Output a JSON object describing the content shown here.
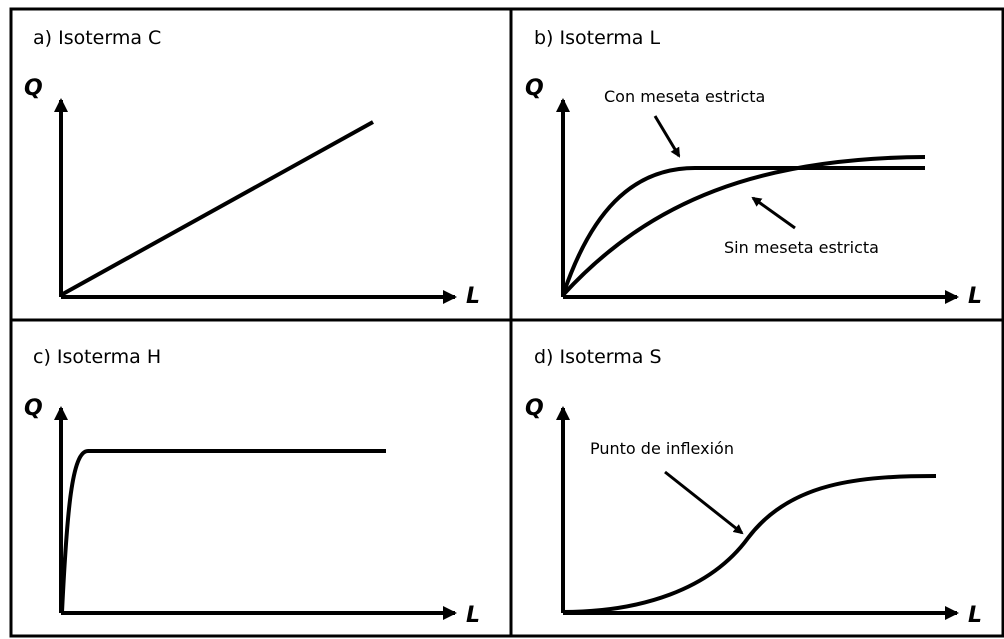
{
  "panels": {
    "a": {
      "title": "a) Isoterma C",
      "ylabel": "Q",
      "xlabel": "L"
    },
    "b": {
      "title": "b) Isoterma L",
      "ylabel": "Q",
      "xlabel": "L",
      "annotations": {
        "strict": "Con meseta estricta",
        "non_strict": "Sin meseta estricta"
      }
    },
    "c": {
      "title": "c) Isoterma H",
      "ylabel": "Q",
      "xlabel": "L"
    },
    "d": {
      "title": "d) Isoterma S",
      "ylabel": "Q",
      "xlabel": "L",
      "annotations": {
        "inflection": "Punto de inflexión"
      }
    }
  },
  "colors": {
    "line": "#000000",
    "background": "#ffffff"
  }
}
